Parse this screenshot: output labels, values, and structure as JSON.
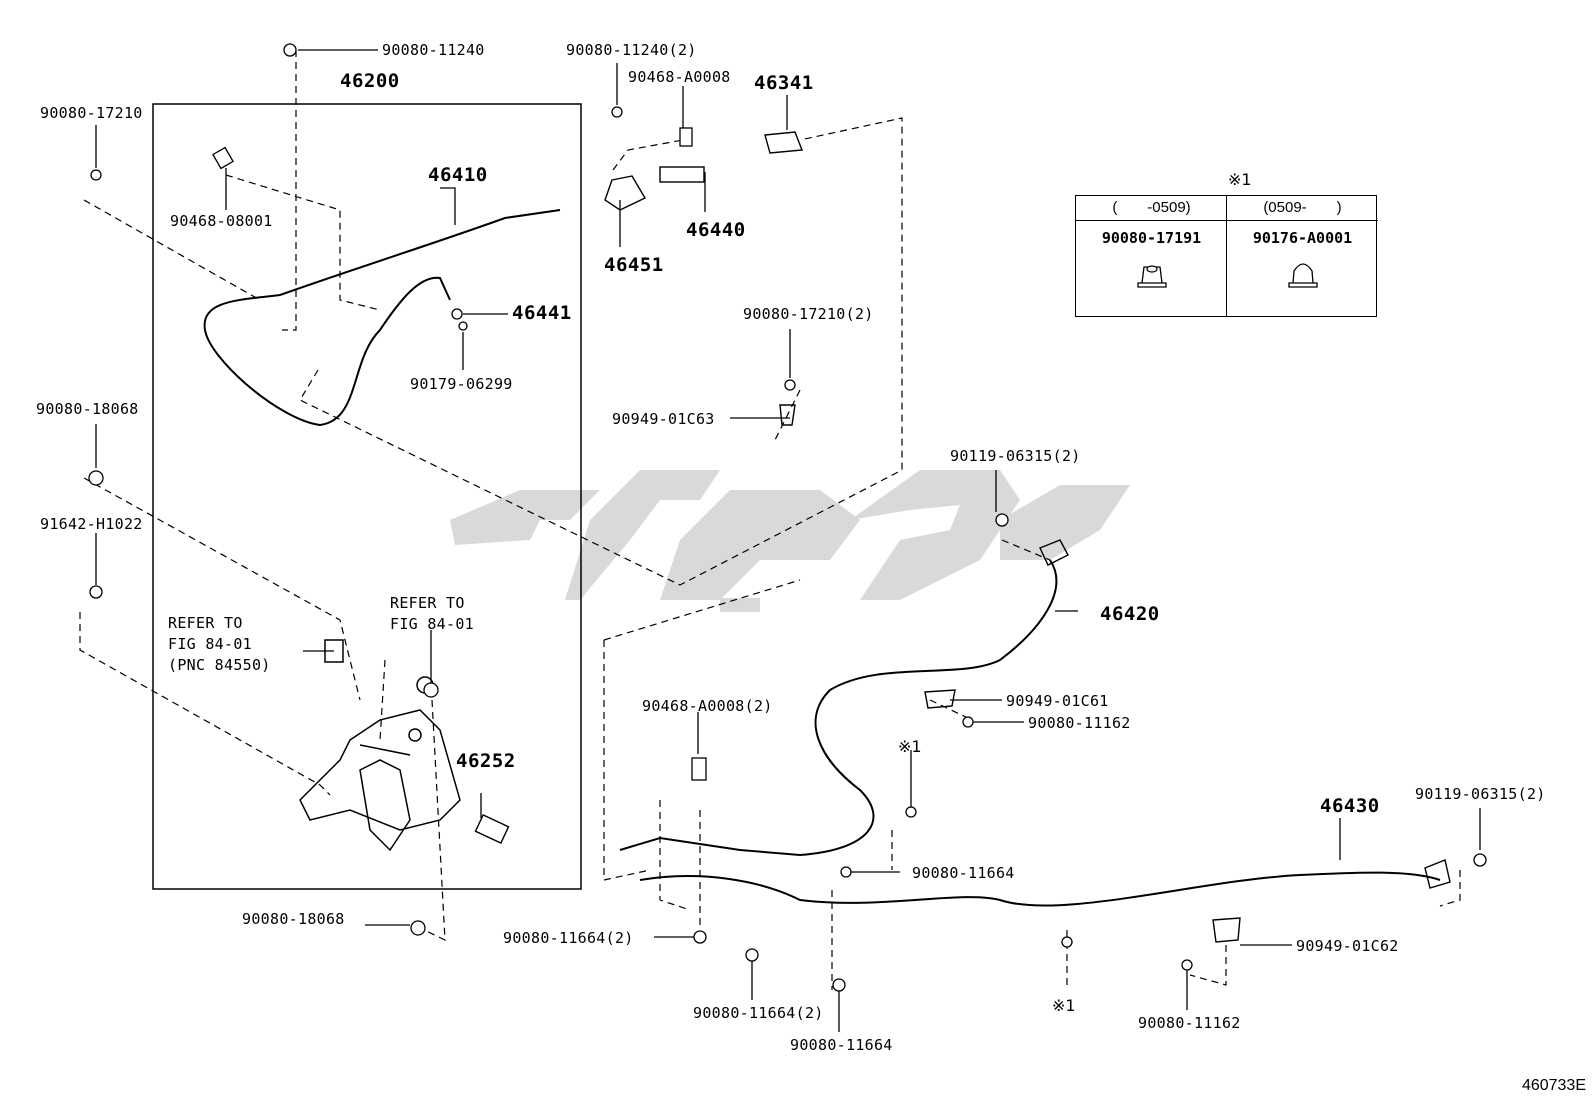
{
  "main_box_label": "46200",
  "labels": {
    "p90080_11240_top": "90080-11240",
    "p90080_17210_left": "90080-17210",
    "p90468_08001": "90468-08001",
    "p46410": "46410",
    "p46441": "46441",
    "p90179_06299": "90179-06299",
    "p90080_18068_left": "90080-18068",
    "p91642_H1022": "91642-H1022",
    "refer_a_line1": "REFER TO",
    "refer_a_line2": "FIG 84-01",
    "refer_a_line3": "(PNC 84550)",
    "refer_b_line1": "REFER TO",
    "refer_b_line2": "FIG 84-01",
    "p46252": "46252",
    "p90080_18068_bottom": "90080-18068",
    "p90080_11240_2": "90080-11240(2)",
    "p90468_A0008": "90468-A0008",
    "p46341": "46341",
    "p46440": "46440",
    "p46451": "46451",
    "p90080_17210_2": "90080-17210(2)",
    "p90949_01C63": "90949-01C63",
    "p90119_06315_2_a": "90119-06315(2)",
    "p46420": "46420",
    "p90949_01C61": "90949-01C61",
    "p90080_11162_a": "90080-11162",
    "p90468_A0008_2": "90468-A0008(2)",
    "p90080_11664_a": "90080-11664",
    "p90080_11664_2_a": "90080-11664(2)",
    "p90080_11664_2_b": "90080-11664(2)",
    "p90080_11664_b": "90080-11664",
    "p46430": "46430",
    "p90119_06315_2_b": "90119-06315(2)",
    "p90949_01C62": "90949-01C62",
    "p90080_11162_b": "90080-11162"
  },
  "marks": {
    "note_symbol": "※1"
  },
  "legend": {
    "title": "※1",
    "left_header": "(　　-0509)",
    "right_header": "(0509-　　)",
    "left_part": "90080-17191",
    "right_part": "90176-A0001"
  },
  "illustration_code": "460733E"
}
